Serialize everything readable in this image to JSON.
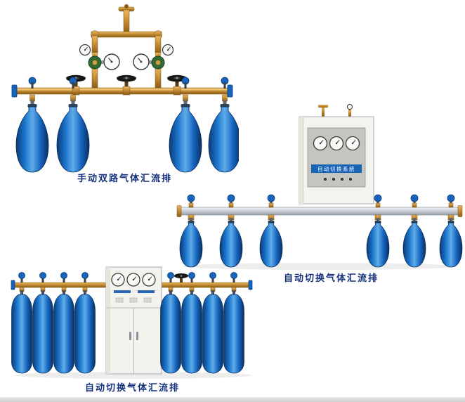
{
  "page": {
    "background": "#ffffff"
  },
  "colors": {
    "cylinder_blue": "#1565c0",
    "cylinder_highlight": "#60ace9",
    "brass": "#c08a33",
    "rail_silver": "#c6ccd2",
    "cabinet_body": "#f3f3ed",
    "label_strip_blue": "#1863b8",
    "caption_text": "#15317e",
    "regulator_green": "#2f6b33"
  },
  "products": [
    {
      "id": "manual-dual-manifold",
      "caption": "手动双路气体汇流排",
      "cylinder_count": 4,
      "gauge_count": 4
    },
    {
      "id": "auto-switch-manifold",
      "caption": "自动切换气体汇流排",
      "cylinder_count": 6,
      "gauge_count": 3,
      "cabinet_label": "自动切换系统"
    },
    {
      "id": "auto-switch-manifold-floor",
      "caption": "自动切换气体汇流排",
      "cylinder_count": 8,
      "gauge_count": 3
    }
  ]
}
